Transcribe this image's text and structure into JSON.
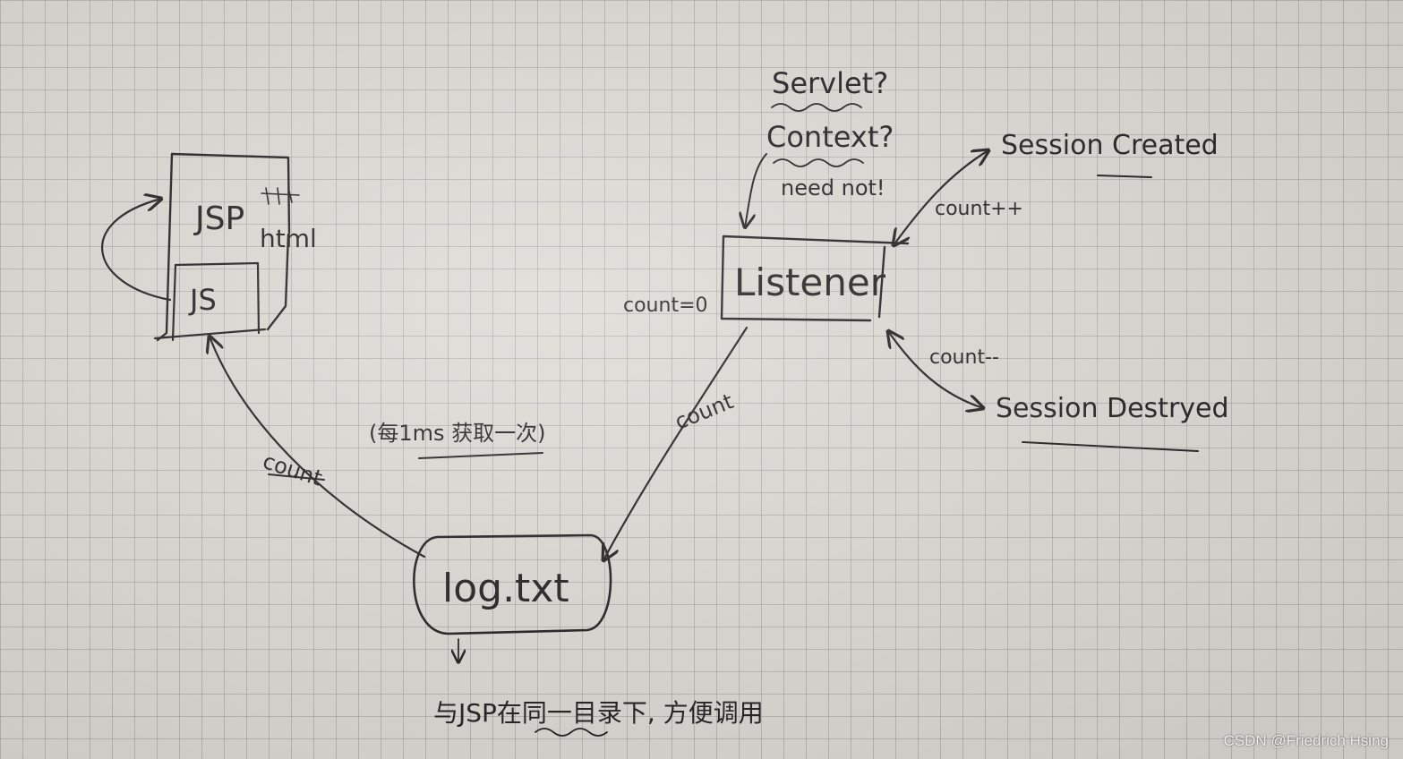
{
  "diagram": {
    "labels": {
      "jsp": "JSP",
      "html": "html",
      "js": "JS",
      "servlet": "Servlet?",
      "context": "Context?",
      "need_not": "need not!",
      "listener": "Listener",
      "count_zero": "count=0",
      "session_created": "Session Created",
      "count_plus": "count++",
      "count_minus": "count--",
      "session_destroyed": "Session Destryed",
      "count_right": "count",
      "count_left": "count",
      "every_ms": "(每1ms 获取一次)",
      "log_txt": "log.txt",
      "note": "与JSP在同一目录下, 方便调用"
    }
  },
  "watermark": "CSDN @Friedrich Hsing"
}
